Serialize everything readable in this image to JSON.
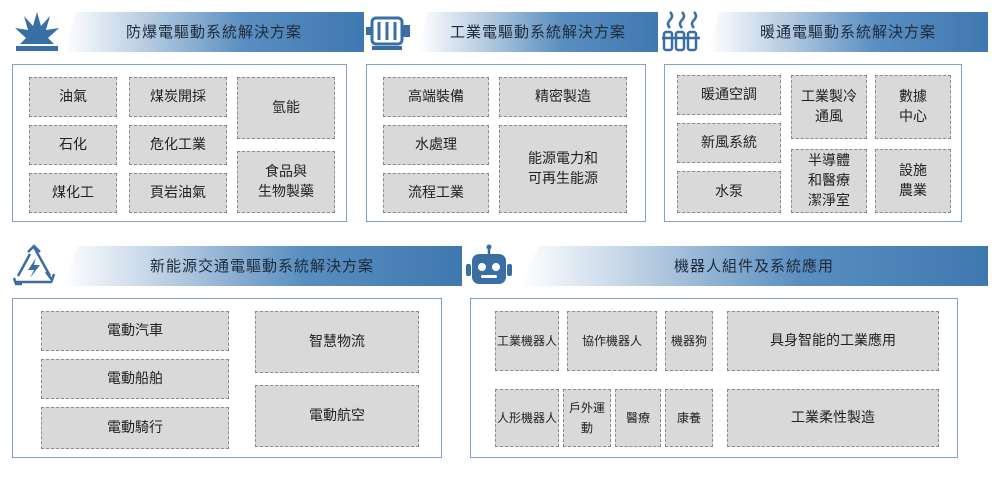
{
  "sections": {
    "explosion_proof": {
      "title": "防爆電驅動系統解決方案",
      "items": [
        "油氣",
        "煤炭開採",
        "氫能",
        "石化",
        "危化工業",
        "食品與\n生物製藥",
        "煤化工",
        "頁岩油氣"
      ]
    },
    "industrial": {
      "title": "工業電驅動系統解決方案",
      "items": [
        "高端裝備",
        "精密製造",
        "水處理",
        "能源電力和\n可再生能源",
        "流程工業"
      ]
    },
    "hvac": {
      "title": "暖通電驅動系統解決方案",
      "items": [
        "暖通空調",
        "工業製冷\n通風",
        "數據\n中心",
        "新風系統",
        "半導體\n和醫療\n潔淨室",
        "設施\n農業",
        "水泵"
      ]
    },
    "new_energy_transport": {
      "title": "新能源交通電驅動系統解決方案",
      "items": [
        "電動汽車",
        "智慧物流",
        "電動船舶",
        "電動航空",
        "電動騎行"
      ]
    },
    "robotics": {
      "title": "機器人組件及系統應用",
      "items": [
        "工業機器人",
        "協作機器人",
        "機器狗",
        "具身智能的工業應用",
        "人形機器人",
        "戶外運動",
        "醫療",
        "康養",
        "工業柔性製造"
      ]
    }
  },
  "icons": [
    "explosion-icon",
    "motor-icon",
    "radiator-icon",
    "recycle-bolt-icon",
    "robot-icon"
  ],
  "colors": {
    "banner_blue": "#3f78b0",
    "panel_border": "#7fa3c6",
    "cell_fill": "#d9d9d9",
    "cell_border": "#8c8c8c",
    "icon_blue": "#3a6fa5"
  }
}
